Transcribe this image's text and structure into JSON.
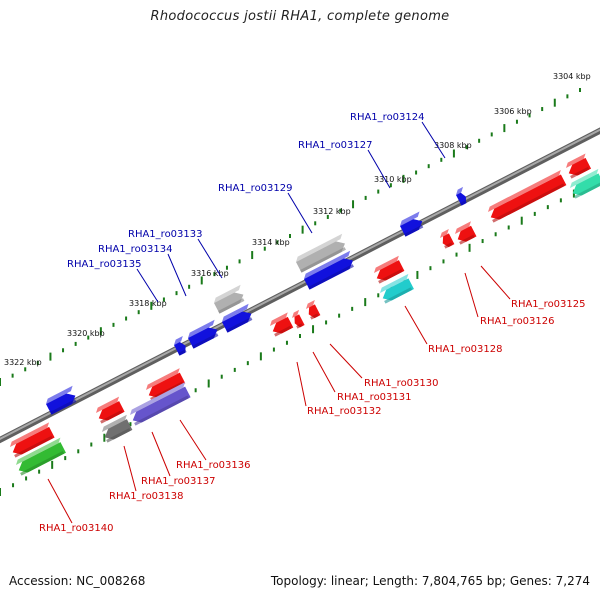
{
  "title": "Rhodococcus jostii RHA1, complete genome",
  "accession": "Accession: NC_008268",
  "stats": "Topology: linear; Length: 7,804,765 bp; Genes: 7,274",
  "colors": {
    "backbone": "#8a8a8a",
    "tick": "#1a7a1a",
    "label_top": "#0000aa",
    "label_bottom": "#cc0000",
    "gene_red": "#ee1111",
    "gene_blue": "#1111dd",
    "gene_grey": "#b0b0b0",
    "gene_dark_grey": "#707070",
    "gene_green": "#33bb33",
    "gene_cyan": "#22cccc",
    "gene_purple": "#6655cc",
    "gene_teal": "#33ddaa"
  },
  "scale": {
    "ticks": [
      {
        "label": "3304 kbp"
      },
      {
        "label": "3306 kbp"
      },
      {
        "label": "3308 kbp"
      },
      {
        "label": "3310 kbp"
      },
      {
        "label": "3312 kbp"
      },
      {
        "label": "3314 kbp"
      },
      {
        "label": "3316 kbp"
      },
      {
        "label": "3318 kbp"
      },
      {
        "label": "3320 kbp"
      },
      {
        "label": "3322 kbp"
      }
    ]
  },
  "genes_top": [
    {
      "label": "RHA1_ro03124",
      "color": "blue"
    },
    {
      "label": "RHA1_ro03127",
      "color": "blue"
    },
    {
      "label": "RHA1_ro03129",
      "color": "grey"
    },
    {
      "label": "RHA1_ro03133",
      "color": "grey"
    },
    {
      "label": "RHA1_ro03134",
      "color": "blue"
    },
    {
      "label": "RHA1_ro03135",
      "color": "blue"
    }
  ],
  "genes_bottom": [
    {
      "label": "RHA1_ro03125",
      "color": "red"
    },
    {
      "label": "RHA1_ro03126",
      "color": "red"
    },
    {
      "label": "RHA1_ro03128",
      "color": "cyan"
    },
    {
      "label": "RHA1_ro03130",
      "color": "red"
    },
    {
      "label": "RHA1_ro03131",
      "color": "red"
    },
    {
      "label": "RHA1_ro03132",
      "color": "red"
    },
    {
      "label": "RHA1_ro03136",
      "color": "purple"
    },
    {
      "label": "RHA1_ro03137",
      "color": "dark_grey"
    },
    {
      "label": "RHA1_ro03138",
      "color": "red"
    },
    {
      "label": "RHA1_ro03140",
      "color": "green"
    }
  ]
}
